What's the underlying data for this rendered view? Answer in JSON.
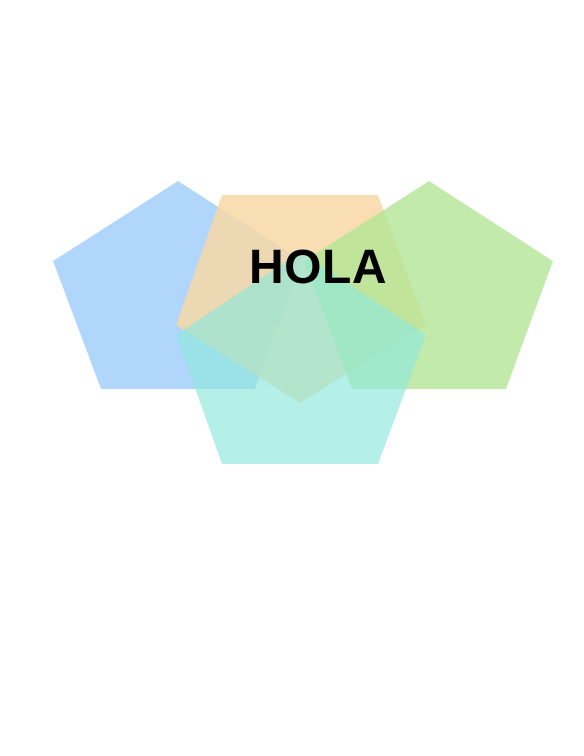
{
  "title": "HOLA",
  "shapes": [
    {
      "name": "blue-pentagon",
      "color": "#a3cffa",
      "opacity": 0.85
    },
    {
      "name": "orange-pentagon",
      "color": "#f7d8a5",
      "opacity": 0.85
    },
    {
      "name": "green-pentagon",
      "color": "#b3e595",
      "opacity": 0.8
    },
    {
      "name": "teal-pentagon",
      "color": "#8ee8dc",
      "opacity": 0.65
    }
  ]
}
